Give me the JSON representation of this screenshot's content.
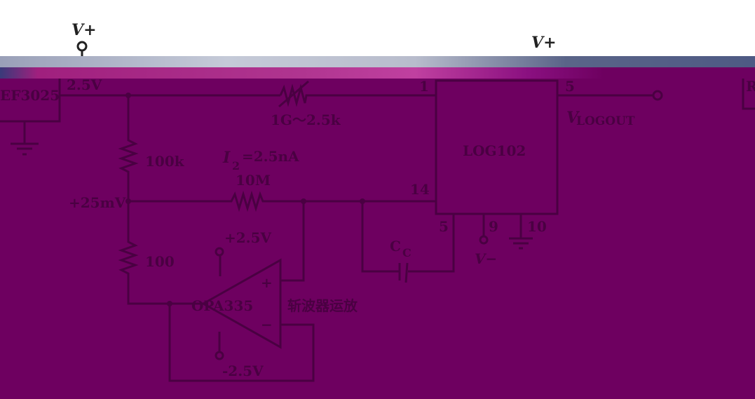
{
  "colors": {
    "background": "#6e0060",
    "wire": "#4a0042"
  },
  "labels": {
    "supply_top_left": "V+",
    "supply_top_right": "V+",
    "ref_ic": "EF3025",
    "ref_out": "2.5V",
    "var_resistor": "1G～2.5k",
    "r_100k": "100k",
    "current": "I",
    "current_sub": "2",
    "current_value": "=2.5nA",
    "r_10m": "10M",
    "node_voltage": "+25mV",
    "r_100": "100",
    "opamp_pos_supply": "+2.5V",
    "opamp_neg_supply": "-2.5V",
    "opamp_name": "OPA335",
    "opamp_desc": "斩波器运放",
    "opamp_plus": "+",
    "opamp_minus": "−",
    "log_ic": "LOG102",
    "pin_1": "1",
    "pin_14": "14",
    "pin_5_out": "5",
    "pin_5_bottom": "5",
    "pin_9": "9",
    "pin_10": "10",
    "cap": "C",
    "cap_sub": "C",
    "v_minus": "V−",
    "vout": "V",
    "vout_sub": "LOGOUT",
    "right_box": "R"
  }
}
